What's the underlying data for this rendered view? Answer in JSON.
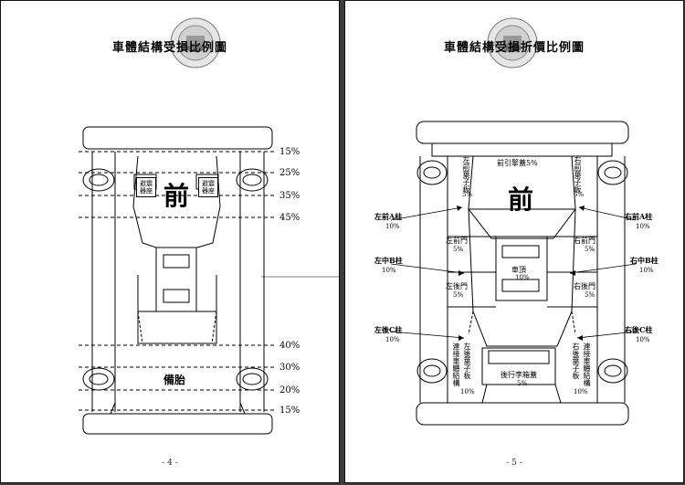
{
  "page_left": {
    "title": "車體結構受損比例圖",
    "front_label": "前",
    "spare_label": "備胎",
    "left_box": "避震器座",
    "right_box": "避震器座",
    "percent_lines": [
      "15%",
      "25%",
      "35%",
      "45%",
      "40%",
      "30%",
      "20%",
      "15%"
    ],
    "page_number": "- 4 -"
  },
  "page_right": {
    "title": "車體結構受損折價比例圖",
    "front_label": "前",
    "hood": "前引擎蓋5%",
    "left_front_fender": "左前葉子板",
    "left_front_fender_pct": "5%",
    "right_front_fender": "右前葉子板",
    "right_front_fender_pct": "5%",
    "left_a": "左前A柱",
    "left_a_pct": "10%",
    "right_a": "右前A柱",
    "right_a_pct": "10%",
    "left_front_door": "左前門",
    "left_front_door_pct": "5%",
    "right_front_door": "右前門",
    "right_front_door_pct": "5%",
    "left_b": "左中B柱",
    "left_b_pct": "10%",
    "right_b": "右中B柱",
    "right_b_pct": "10%",
    "roof": "車頂",
    "roof_pct": "10%",
    "left_rear_door": "左後門",
    "left_rear_door_pct": "5%",
    "right_rear_door": "右後門",
    "right_rear_door_pct": "5%",
    "left_c": "左後C柱",
    "left_c_pct": "10%",
    "right_c": "右後C柱",
    "right_c_pct": "10%",
    "left_rear_struct": "連接車體結構",
    "left_rear_fender": "左後葉子板",
    "left_rear_fender_pct": "10%",
    "right_rear_fender": "右後葉子板",
    "right_rear_struct": "連接車體結構",
    "right_rear_fender_pct": "10%",
    "trunk": "後行李箱蓋",
    "trunk_pct": "5%",
    "page_number": "- 5 -"
  }
}
